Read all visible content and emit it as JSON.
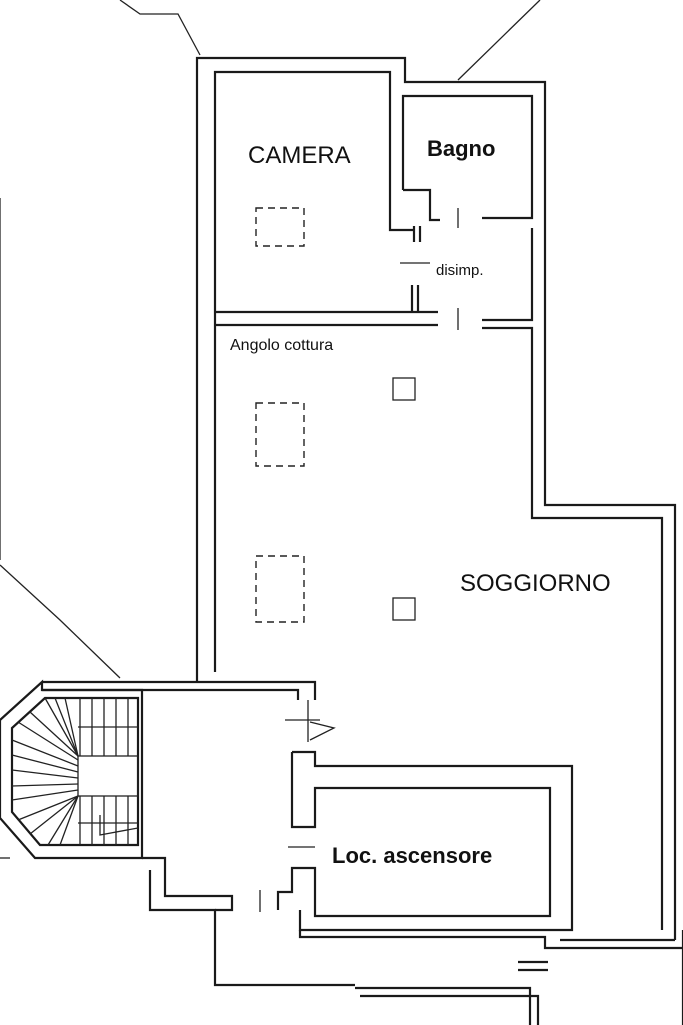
{
  "rooms": {
    "camera": "CAMERA",
    "bagno": "Bagno",
    "disimpegno": "disimp.",
    "angolo_cottura": "Angolo cottura",
    "soggiorno": "SOGGIORNO",
    "ascensore": "Loc. ascensore"
  },
  "colors": {
    "line": "#1a1a1a",
    "background": "#ffffff"
  }
}
